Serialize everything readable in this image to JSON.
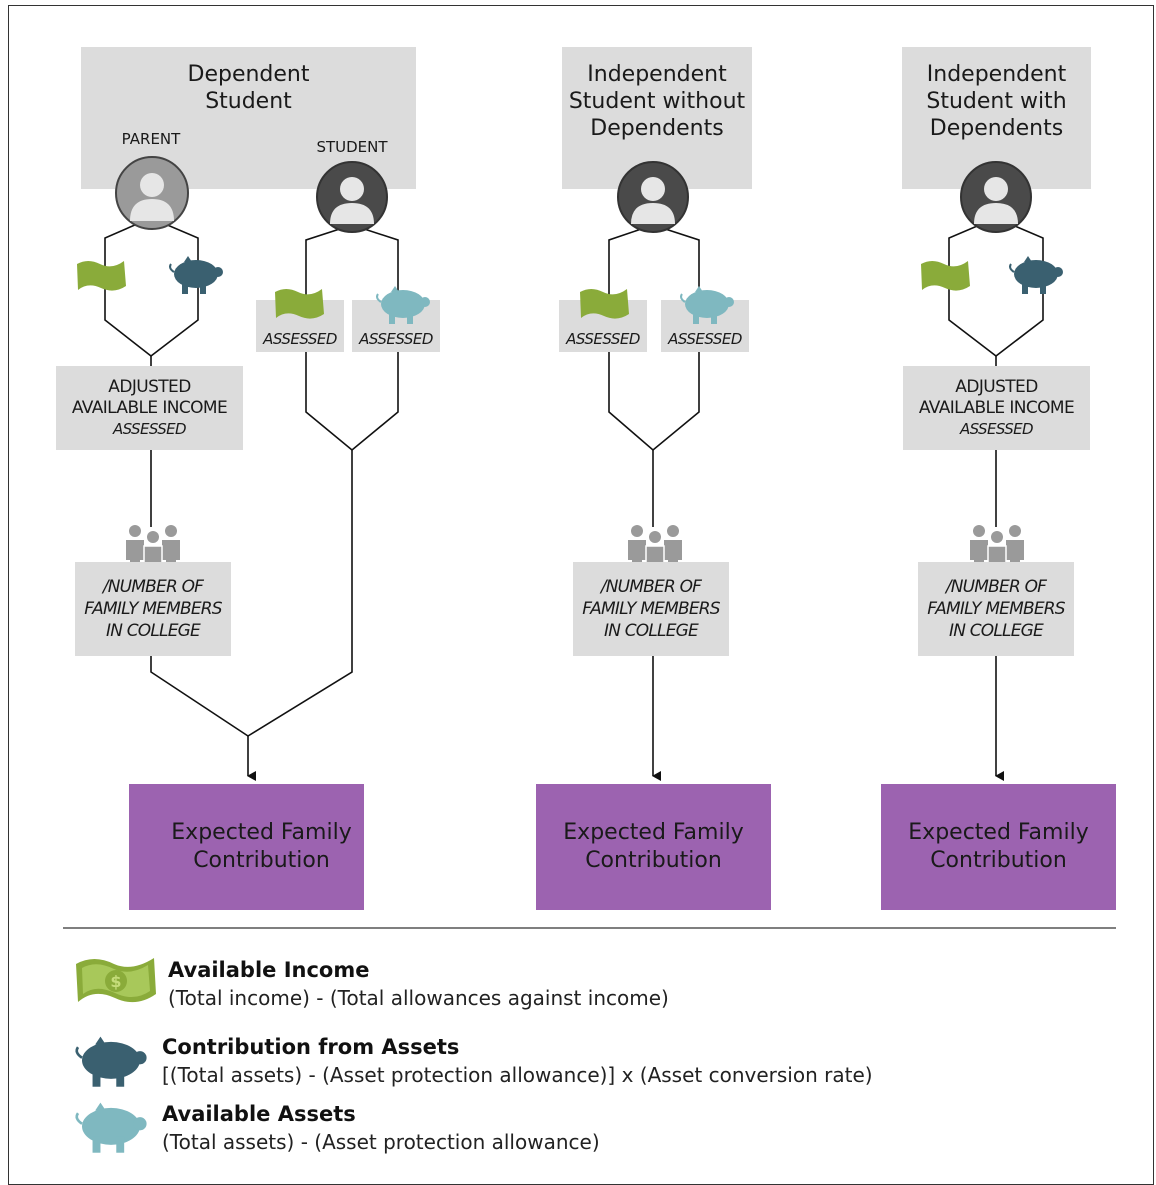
{
  "columns": {
    "dependent": {
      "title": "Dependent\nStudent",
      "parent_label": "PARENT",
      "student_label": "STUDENT",
      "income_box_line1": "ADJUSTED",
      "income_box_line2": "AVAILABLE INCOME",
      "income_box_line3": "ASSESSED",
      "assessed_1": "ASSESSED",
      "assessed_2": "ASSESSED",
      "family": "/NUMBER OF\nFAMILY MEMBERS\nIN COLLEGE",
      "efc": "Expected Family\nContribution"
    },
    "independent_without": {
      "title": "Independent\nStudent without\nDependents",
      "assessed_1": "ASSESSED",
      "assessed_2": "ASSESSED",
      "family": "/NUMBER OF\nFAMILY MEMBERS\nIN COLLEGE",
      "efc": "Expected Family\nContribution"
    },
    "independent_with": {
      "title": "Independent\nStudent with\nDependents",
      "income_box_line1": "ADJUSTED",
      "income_box_line2": "AVAILABLE INCOME",
      "income_box_line3": "ASSESSED",
      "family": "/NUMBER OF\nFAMILY MEMBERS\nIN COLLEGE",
      "efc": "Expected Family\nContribution"
    }
  },
  "legend": [
    {
      "icon": "money-icon",
      "title": "Available Income",
      "desc": "(Total income) - (Total allowances against income)"
    },
    {
      "icon": "dark-piggy-bank-icon",
      "title": "Contribution from Assets",
      "desc": "[(Total assets) - (Asset protection allowance)] x (Asset conversion rate)"
    },
    {
      "icon": "light-piggy-bank-icon",
      "title": "Available Assets",
      "desc": "(Total assets) - (Asset protection allowance)"
    }
  ],
  "colors": {
    "box_gray": "#dcdcdc",
    "efc_purple": "#9c63b0",
    "money_green": "#8aab3a",
    "piggy_dark": "#3a6070",
    "piggy_light": "#7fb8c0",
    "person_dark": "#4a4a4a",
    "person_gray": "#9a9a9a"
  }
}
